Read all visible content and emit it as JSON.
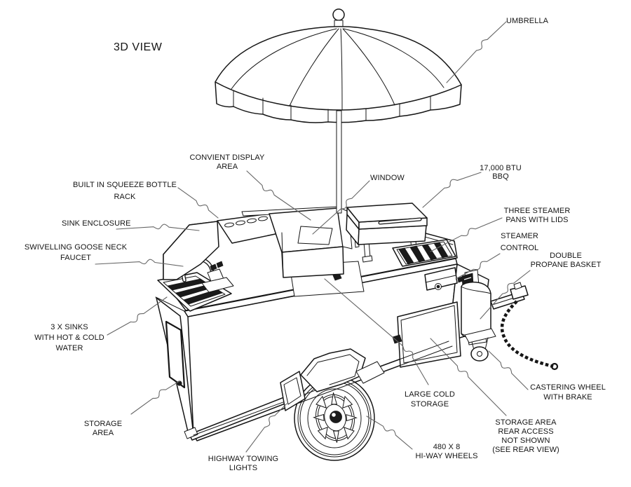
{
  "page": {
    "background": "#ffffff",
    "ink_color": "#161616",
    "leader_color": "#666666",
    "view_title": "3D VIEW"
  },
  "labels": {
    "umbrella": {
      "lines": [
        "UMBRELLA"
      ]
    },
    "convient_display_area": {
      "lines": [
        "CONVIENT DISPLAY",
        "AREA"
      ]
    },
    "window": {
      "lines": [
        "WINDOW"
      ]
    },
    "btu_bbq": {
      "lines": [
        "17,000 BTU",
        "BBQ"
      ]
    },
    "built_in_squeeze_bottle_rack": {
      "lines": [
        "BUILT IN SQUEEZE BOTTLE",
        "RACK"
      ]
    },
    "sink_enclosure": {
      "lines": [
        "SINK ENCLOSURE"
      ]
    },
    "three_steamer_pans": {
      "lines": [
        "THREE STEAMER",
        "PANS WITH LIDS"
      ]
    },
    "swivelling_goose_neck_faucet": {
      "lines": [
        "SWIVELLING GOOSE NECK",
        "FAUCET"
      ]
    },
    "steamer_control": {
      "lines": [
        "STEAMER",
        "CONTROL"
      ]
    },
    "double_propane_basket": {
      "lines": [
        "DOUBLE",
        "PROPANE BASKET"
      ]
    },
    "three_sinks": {
      "lines": [
        "3 X SINKS",
        "WITH HOT & COLD",
        "WATER"
      ]
    },
    "castering_wheel": {
      "lines": [
        "CASTERING WHEEL",
        "WITH BRAKE"
      ]
    },
    "storage_area": {
      "lines": [
        "STORAGE",
        "AREA"
      ]
    },
    "large_cold_storage": {
      "lines": [
        "LARGE COLD",
        "STORAGE"
      ]
    },
    "storage_area_rear": {
      "lines": [
        "STORAGE AREA",
        "REAR ACCESS",
        "NOT SHOWN",
        "(SEE REAR VIEW)"
      ]
    },
    "highway_towing_lights": {
      "lines": [
        "HIGHWAY TOWING",
        "LIGHTS"
      ]
    },
    "hiway_wheels": {
      "lines": [
        "480 X 8",
        "HI-WAY WHEELS"
      ]
    }
  }
}
